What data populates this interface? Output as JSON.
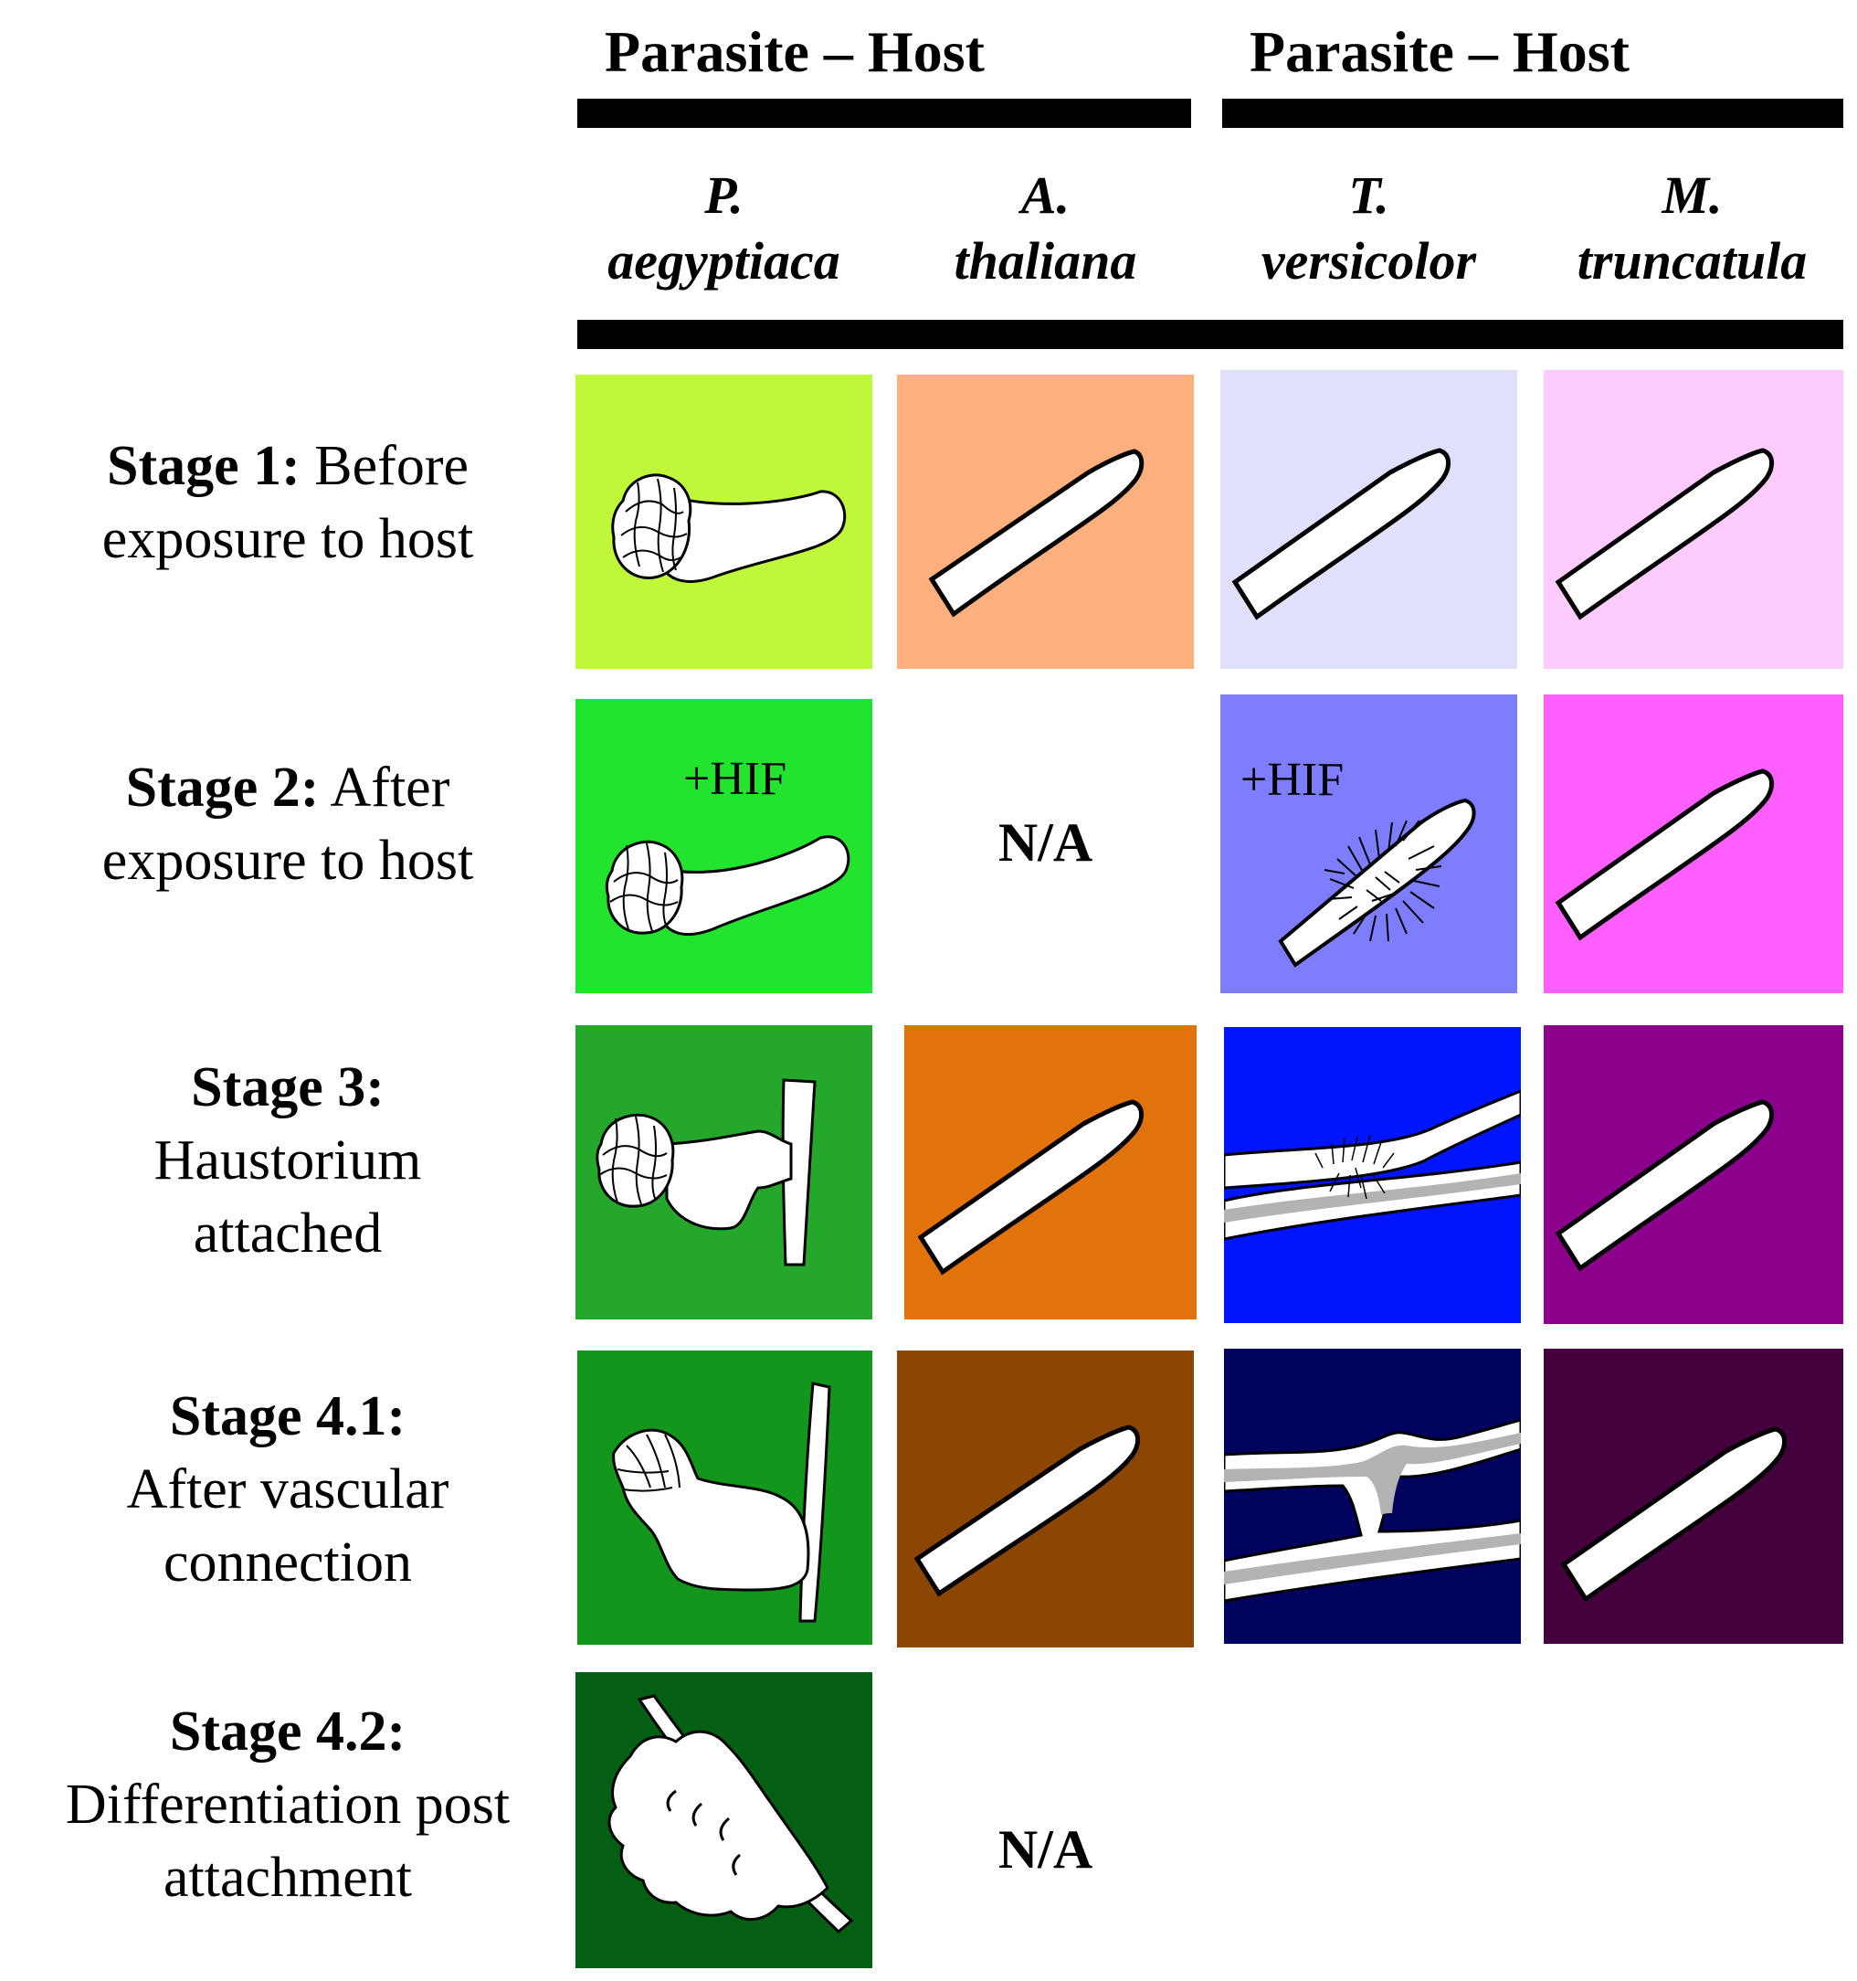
{
  "header": {
    "pair_titles": [
      "Parasite – Host",
      "Parasite – Host"
    ],
    "species": [
      {
        "genus": "P.",
        "epithet": "aegyptiaca"
      },
      {
        "genus": "A.",
        "epithet": "thaliana"
      },
      {
        "genus": "T.",
        "epithet": "versicolor"
      },
      {
        "genus": "M.",
        "epithet": "truncatula"
      }
    ]
  },
  "stages": [
    {
      "bold": "Stage 1:",
      "line1_rest": " Before",
      "line2": "exposure to host",
      "line3": ""
    },
    {
      "bold": "Stage 2:",
      "line1_rest": " After",
      "line2": "exposure to host",
      "line3": ""
    },
    {
      "bold": "Stage 3:",
      "line1_rest": "",
      "line2": "Haustorium",
      "line3": "attached"
    },
    {
      "bold": "Stage 4.1:",
      "line1_rest": "",
      "line2": "After vascular",
      "line3": "connection"
    },
    {
      "bold": "Stage 4.2:",
      "line1_rest": "",
      "line2": "Differentiation post",
      "line3": "attachment"
    }
  ],
  "annotations": {
    "hif": "+HIF",
    "not_applicable": "N/A"
  },
  "colors": {
    "p_aegyptiaca": [
      "#bff73a",
      "#22e32e",
      "#25a72c",
      "#12961c",
      "#045f13"
    ],
    "a_thaliana": [
      "#fdaf7d",
      "#e2730c",
      "#8c4604"
    ],
    "t_versicolor": [
      "#e0e0fd",
      "#7d7dfd",
      "#0015fd",
      "#02035f"
    ],
    "m_truncatula": [
      "#fdcbfd",
      "#ff5fff",
      "#8c018c",
      "#45003e"
    ]
  }
}
